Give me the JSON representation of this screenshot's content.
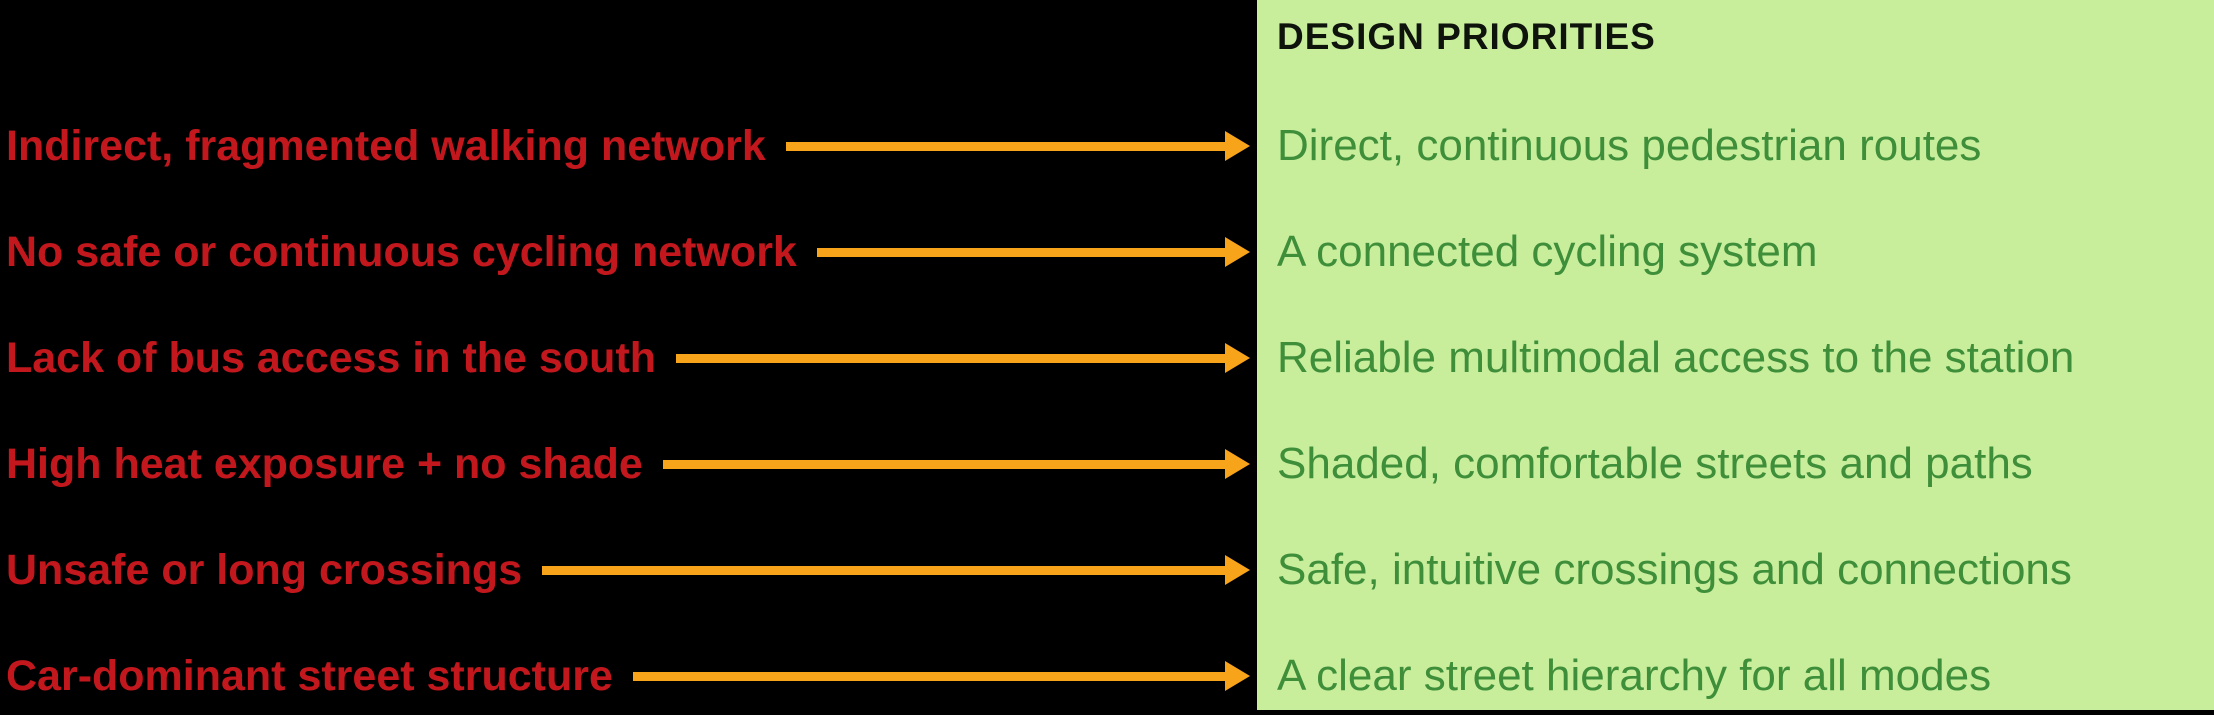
{
  "panel": {
    "title": "DESIGN PRIORITIES"
  },
  "colors": {
    "background": "#000000",
    "panel_bg": "#C8EE9B",
    "problem_text": "#C2181D",
    "priority_text": "#3E8E3A",
    "arrow": "#F8A41B",
    "title_text": "#0E130C"
  },
  "rows": [
    {
      "problem": "Indirect, fragmented walking network",
      "priority": "Direct, continuous pedestrian routes"
    },
    {
      "problem": "No safe or continuous cycling network",
      "priority": "A connected cycling system"
    },
    {
      "problem": "Lack of bus access in the south",
      "priority": "Reliable multimodal access to the station"
    },
    {
      "problem": "High heat exposure + no shade",
      "priority": "Shaded, comfortable streets and paths"
    },
    {
      "problem": "Unsafe or long crossings",
      "priority": "Safe, intuitive crossings and connections"
    },
    {
      "problem": "Car-dominant street structure",
      "priority": "A clear street hierarchy for all modes"
    }
  ]
}
